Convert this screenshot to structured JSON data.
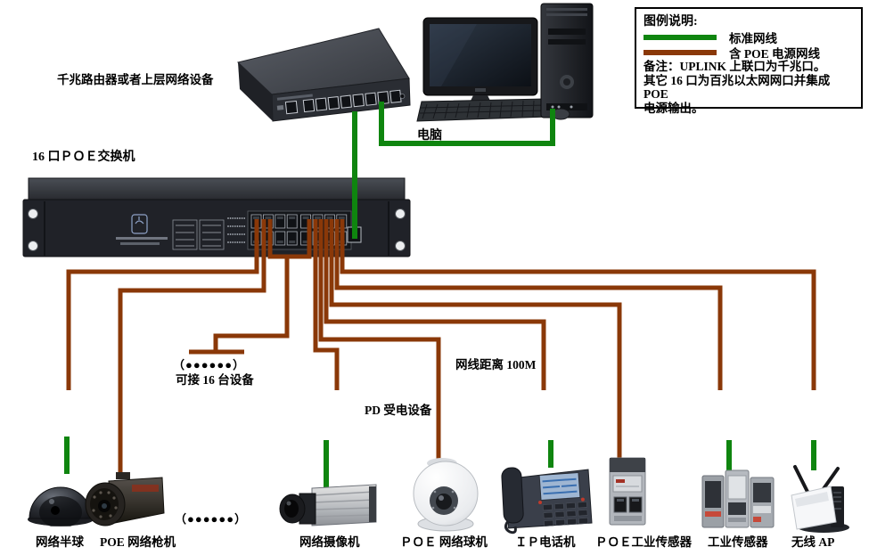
{
  "colors": {
    "standard_cable": "#0f850f",
    "poe_cable": "#8a3808"
  },
  "legend": {
    "title": "图例说明:",
    "items": [
      {
        "label": "标准网线",
        "color": "standard"
      },
      {
        "label": "含 POE 电源网线",
        "color": "poe"
      }
    ],
    "notes": [
      "备注：UPLINK 上联口为千兆口。",
      "其它 16 口为百兆以太网网口并集成 POE",
      "电源输出。"
    ]
  },
  "labels": {
    "router": "千兆路由器或者上层网络设备",
    "switch": "16 口ＰＯＥ交换机",
    "computer": "电脑",
    "dots1": "（●●●●●●）",
    "capacity": "可接 16 台设备",
    "distance": "网线距离 100M",
    "pd": "PD 受电设备",
    "dots2": "（●●●●●●）"
  },
  "devices": [
    {
      "id": "dome-camera",
      "label": "网络半球"
    },
    {
      "id": "poe-bullet-camera",
      "label": "POE 网络枪机"
    },
    {
      "id": "box-camera",
      "label": "网络摄像机"
    },
    {
      "id": "poe-ball-camera",
      "label": "ＰＯＥ 网络球机"
    },
    {
      "id": "ip-phone",
      "label": "ＩＰ电话机"
    },
    {
      "id": "poe-industrial-sensor",
      "label": "ＰＯＥ工业传感器"
    },
    {
      "id": "industrial-sensor",
      "label": "工业传感器"
    },
    {
      "id": "wireless-ap",
      "label": "无线 AP"
    }
  ],
  "cables": [
    {
      "name": "uplink-to-switch",
      "color": "standard",
      "pts": [
        [
          398,
          125
        ],
        [
          398,
          268
        ]
      ]
    },
    {
      "name": "router-to-pc",
      "color": "standard",
      "pts": [
        [
          428,
          114
        ],
        [
          428,
          161
        ],
        [
          620,
          161
        ],
        [
          620,
          122
        ]
      ]
    },
    {
      "name": "adapter1-to-dome",
      "color": "standard",
      "pts": [
        [
          75,
          490
        ],
        [
          75,
          532
        ]
      ]
    },
    {
      "name": "adapter2-to-boxcam",
      "color": "standard",
      "pts": [
        [
          366,
          494
        ],
        [
          366,
          548
        ]
      ]
    },
    {
      "name": "adapter3-to-phone",
      "color": "standard",
      "pts": [
        [
          618,
          494
        ],
        [
          618,
          525
        ]
      ]
    },
    {
      "name": "adapter4-to-sensor",
      "color": "standard",
      "pts": [
        [
          818,
          494
        ],
        [
          818,
          530
        ]
      ]
    },
    {
      "name": "adapter5-to-ap",
      "color": "standard",
      "pts": [
        [
          913,
          494
        ],
        [
          913,
          528
        ]
      ]
    },
    {
      "name": "switch-to-adapter1",
      "color": "poe",
      "pts": [
        [
          288,
          246
        ],
        [
          288,
          305
        ],
        [
          77,
          305
        ],
        [
          77,
          438
        ]
      ]
    },
    {
      "name": "switch-to-bullet",
      "color": "poe",
      "pts": [
        [
          296,
          246
        ],
        [
          296,
          326
        ],
        [
          135,
          326
        ],
        [
          135,
          537
        ]
      ]
    },
    {
      "name": "switch-dots-u",
      "color": "poe",
      "pts": [
        [
          303,
          246
        ],
        [
          303,
          288
        ],
        [
          347,
          288
        ],
        [
          347,
          246
        ]
      ]
    },
    {
      "name": "switch-dots-drop",
      "color": "poe",
      "pts": [
        [
          322,
          288
        ],
        [
          322,
          377
        ],
        [
          242,
          377
        ],
        [
          242,
          394
        ]
      ]
    },
    {
      "name": "switch-dots-bar",
      "color": "poe",
      "pts": [
        [
          212,
          395
        ],
        [
          274,
          395
        ]
      ]
    },
    {
      "name": "switch-to-adapter2",
      "color": "poe",
      "pts": [
        [
          354,
          246
        ],
        [
          354,
          393
        ],
        [
          378,
          393
        ],
        [
          378,
          438
        ]
      ]
    },
    {
      "name": "switch-to-ballcam",
      "color": "poe",
      "pts": [
        [
          360,
          246
        ],
        [
          360,
          381
        ],
        [
          492,
          381
        ],
        [
          492,
          522
        ]
      ]
    },
    {
      "name": "switch-to-adapter3",
      "color": "poe",
      "pts": [
        [
          366,
          246
        ],
        [
          366,
          361
        ],
        [
          610,
          361
        ],
        [
          610,
          438
        ]
      ]
    },
    {
      "name": "switch-to-poe-sensor",
      "color": "poe",
      "pts": [
        [
          372,
          246
        ],
        [
          372,
          342
        ],
        [
          695,
          342
        ],
        [
          695,
          518
        ]
      ]
    },
    {
      "name": "switch-to-adapter4",
      "color": "poe",
      "pts": [
        [
          378,
          246
        ],
        [
          378,
          323
        ],
        [
          808,
          323
        ],
        [
          808,
          438
        ]
      ]
    },
    {
      "name": "switch-to-adapter5",
      "color": "poe",
      "pts": [
        [
          384,
          246
        ],
        [
          384,
          305
        ],
        [
          913,
          305
        ],
        [
          913,
          438
        ]
      ]
    }
  ]
}
